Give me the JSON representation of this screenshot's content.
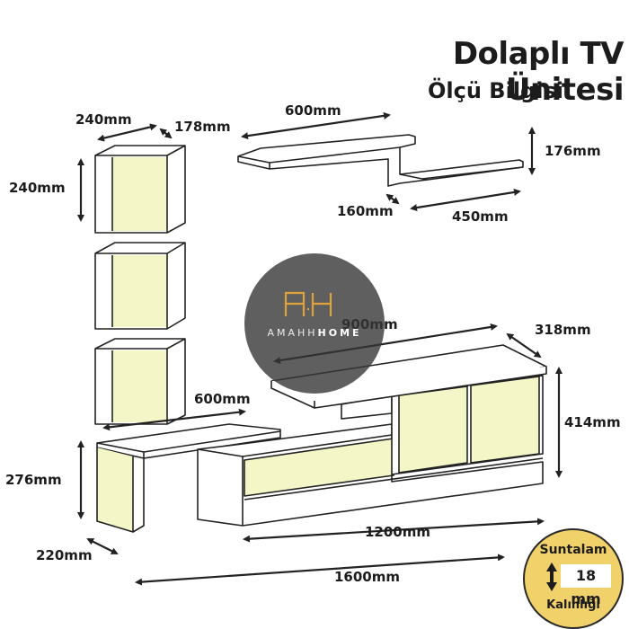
{
  "title": "Dolaplı TV Ünitesi",
  "subtitle": "Ölçü Bilgisi",
  "logo": {
    "brand_light": "AMAHH",
    "brand_bold": "HOME"
  },
  "dimensions": {
    "cube_width": "240mm",
    "cube_depth": "178mm",
    "cube_height": "240mm",
    "shelf_width": "600mm",
    "shelf_height": "176mm",
    "shelf_step": "160mm",
    "shelf_lower_width": "450mm",
    "unit_top_width": "900mm",
    "unit_depth": "318mm",
    "unit_height": "414mm",
    "desk_width": "600mm",
    "desk_height": "276mm",
    "desk_depth": "220mm",
    "base_width": "1200mm",
    "total_width": "1600mm"
  },
  "badge": {
    "top": "Suntalam",
    "value": "18 mm",
    "bottom": "Kalınlığı"
  },
  "colors": {
    "panel_fill": "#f4f6c8",
    "line": "#222222",
    "badge_fill": "#f1d16a",
    "logo_fill": "#373737",
    "logo_accent": "#e0a23a"
  }
}
